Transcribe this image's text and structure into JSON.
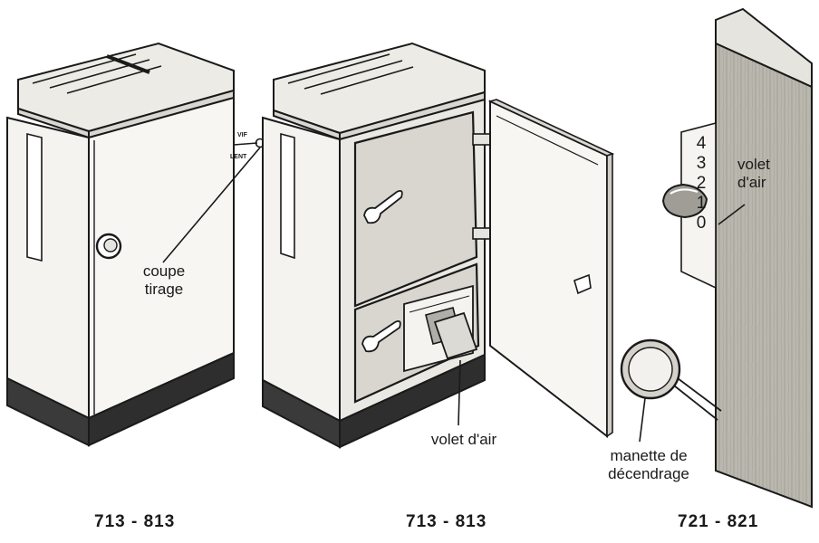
{
  "stove_1": {
    "callout_line1": "coupe",
    "callout_line2": "tirage",
    "dial_high": "VIF",
    "dial_low": "LENT",
    "model": "713 - 813"
  },
  "stove_2": {
    "callout": "volet d'air",
    "model": "713 - 813"
  },
  "stove_3": {
    "callout_top_line1": "volet",
    "callout_top_line2": "d'air",
    "scale": [
      "4",
      "3",
      "2",
      "1",
      "0"
    ],
    "callout_bottom_line1": "manette de",
    "callout_bottom_line2": "décendrage",
    "model": "721 - 821"
  },
  "colors": {
    "ink": "#1a1a1a",
    "base": "#3a3a3a",
    "wood": "#b5b2a9",
    "panel": "#e6e4df"
  }
}
